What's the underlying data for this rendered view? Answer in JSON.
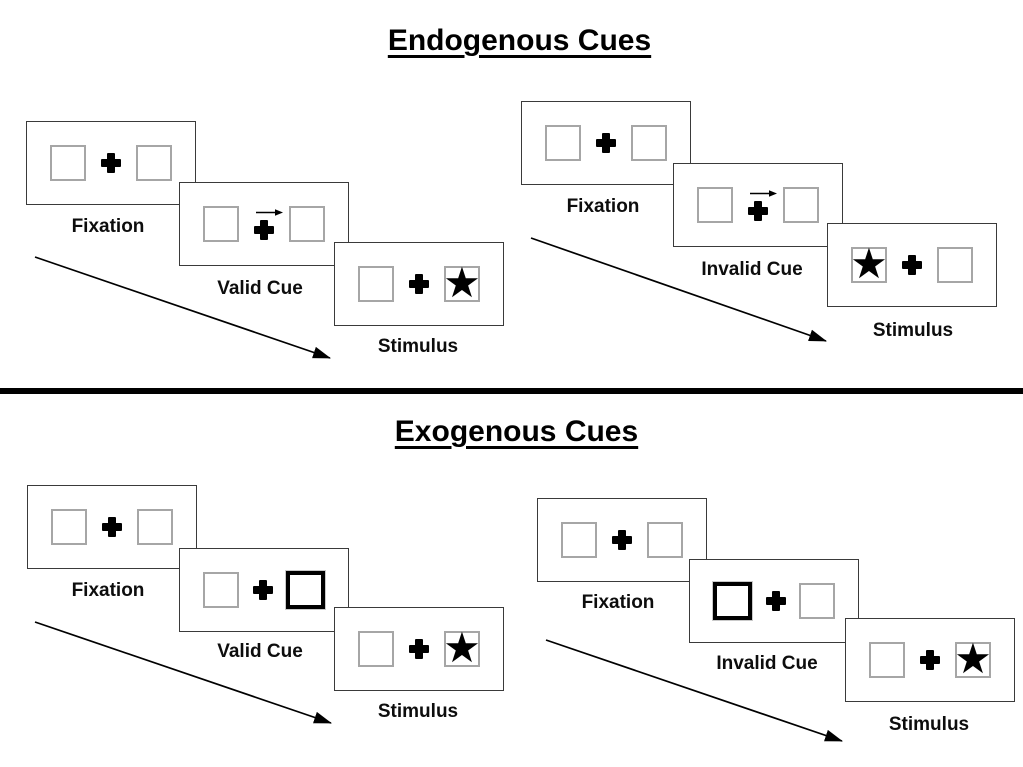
{
  "sections": [
    {
      "title": "Endogenous Cues",
      "groups": [
        {
          "name": "endogenous-valid",
          "cue_symbol": "arrow-right",
          "panels": [
            {
              "label": "Fixation",
              "cue": "none",
              "star_side": "none"
            },
            {
              "label": "Valid Cue",
              "cue": "arrow-right",
              "star_side": "none"
            },
            {
              "label": "Stimulus",
              "cue": "none",
              "star_side": "right"
            }
          ]
        },
        {
          "name": "endogenous-invalid",
          "cue_symbol": "arrow-right",
          "panels": [
            {
              "label": "Fixation",
              "cue": "none",
              "star_side": "none"
            },
            {
              "label": "Invalid Cue",
              "cue": "arrow-right",
              "star_side": "none"
            },
            {
              "label": "Stimulus",
              "cue": "none",
              "star_side": "left"
            }
          ]
        }
      ]
    },
    {
      "title": "Exogenous Cues",
      "groups": [
        {
          "name": "exogenous-valid",
          "cue_symbol": "bold-box",
          "panels": [
            {
              "label": "Fixation",
              "cue": "none",
              "star_side": "none"
            },
            {
              "label": "Valid Cue",
              "cue": "box-right",
              "star_side": "none"
            },
            {
              "label": "Stimulus",
              "cue": "none",
              "star_side": "right"
            }
          ]
        },
        {
          "name": "exogenous-invalid",
          "cue_symbol": "bold-box",
          "panels": [
            {
              "label": "Fixation",
              "cue": "none",
              "star_side": "none"
            },
            {
              "label": "Invalid Cue",
              "cue": "box-left",
              "star_side": "none"
            },
            {
              "label": "Stimulus",
              "cue": "none",
              "star_side": "right"
            }
          ]
        }
      ]
    }
  ],
  "icons": {
    "star": "★",
    "fixation_cross": "+",
    "cue_arrow": "→"
  },
  "colors": {
    "ink": "#000000",
    "panel_border": "#3a3a3a",
    "square_border": "#a6a6a6",
    "background": "#ffffff"
  }
}
